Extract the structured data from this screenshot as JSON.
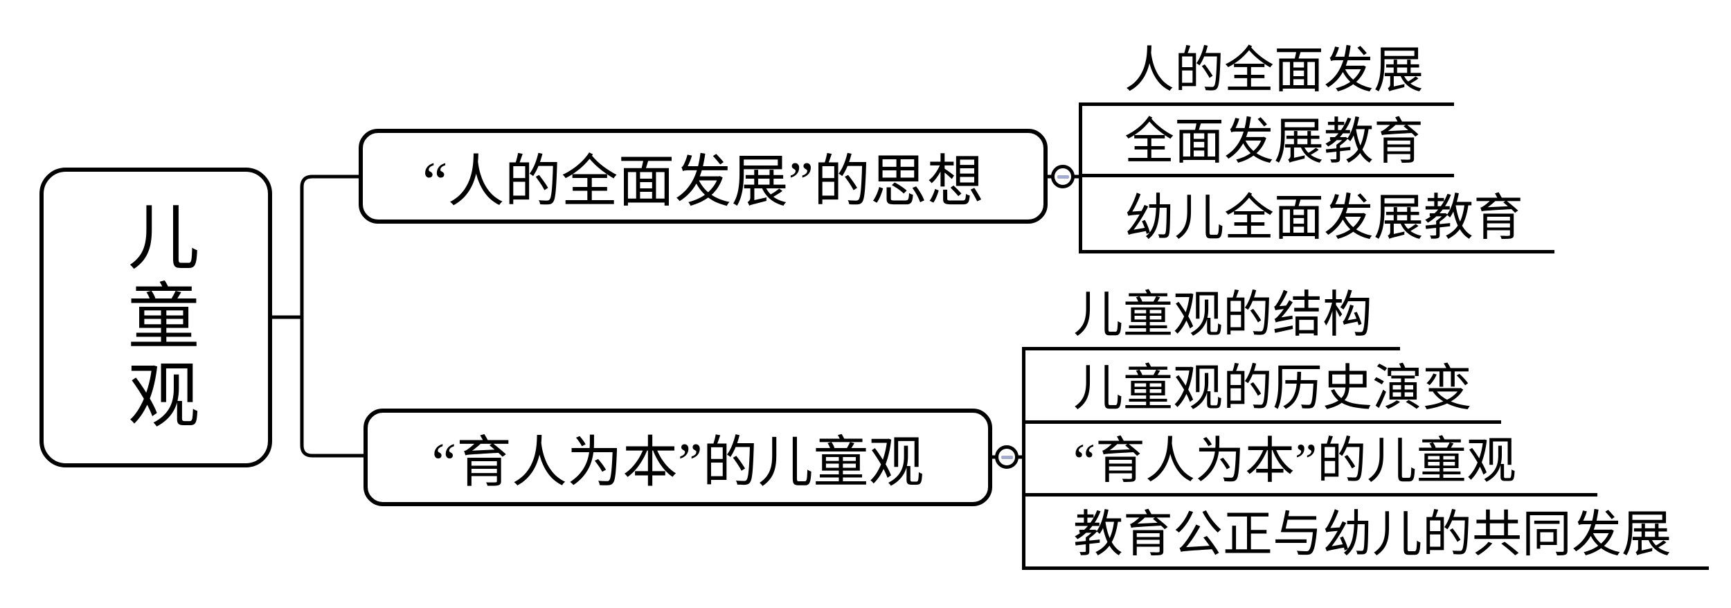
{
  "diagram": {
    "root": {
      "label": "儿童观"
    },
    "branches": [
      {
        "label": "“人的全面发展”的思想",
        "toggle_icon": "minus",
        "children": [
          "人的全面发展",
          "全面发展教育",
          "幼儿全面发展教育"
        ]
      },
      {
        "label": "“育人为本”的儿童观",
        "toggle_icon": "minus",
        "children": [
          "儿童观的结构",
          "儿童观的历史演变",
          "“育人为本”的儿童观",
          "教育公正与幼儿的共同发展"
        ]
      }
    ]
  },
  "colors": {
    "line": "#000000",
    "background": "#ffffff",
    "toggle_minus": "#a5abce"
  }
}
